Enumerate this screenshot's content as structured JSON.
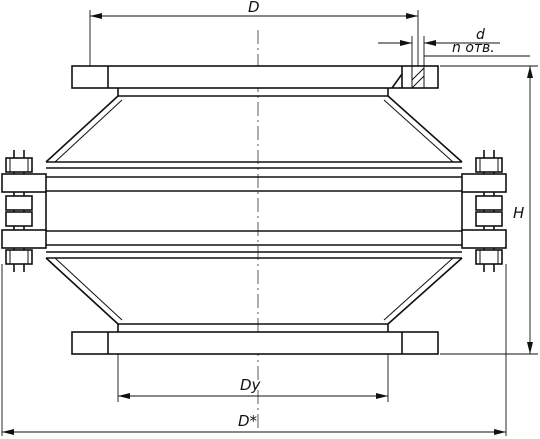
{
  "labels": {
    "D": "D",
    "d": "d",
    "holes": "n  отв.",
    "H": "H",
    "Dy": "Dy",
    "Dstar": "D*"
  }
}
